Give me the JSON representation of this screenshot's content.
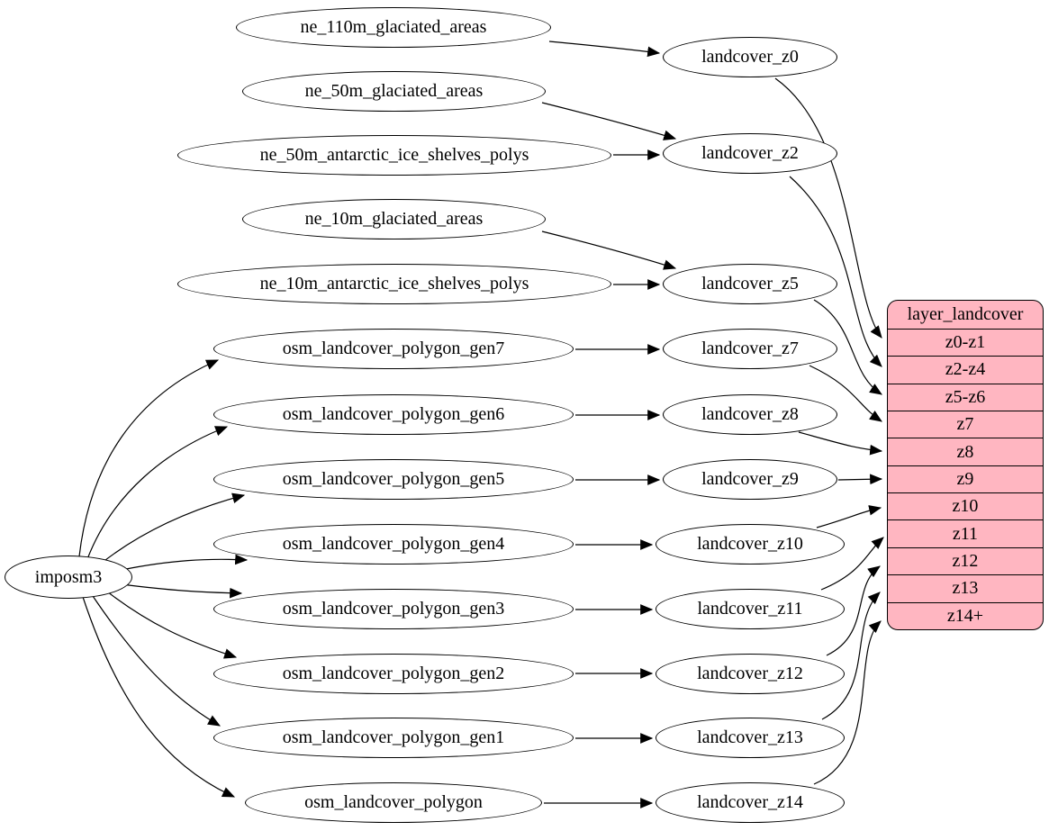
{
  "colors": {
    "layer_table_fill": "#FFB6C1",
    "node_fill": "#FFFFFF",
    "stroke": "#000000"
  },
  "importer": {
    "label": "imposm3"
  },
  "source_tables": [
    "ne_110m_glaciated_areas",
    "ne_50m_glaciated_areas",
    "ne_50m_antarctic_ice_shelves_polys",
    "ne_10m_glaciated_areas",
    "ne_10m_antarctic_ice_shelves_polys",
    "osm_landcover_polygon_gen7",
    "osm_landcover_polygon_gen6",
    "osm_landcover_polygon_gen5",
    "osm_landcover_polygon_gen4",
    "osm_landcover_polygon_gen3",
    "osm_landcover_polygon_gen2",
    "osm_landcover_polygon_gen1",
    "osm_landcover_polygon"
  ],
  "generalized_tables": [
    "landcover_z0",
    "landcover_z2",
    "landcover_z5",
    "landcover_z7",
    "landcover_z8",
    "landcover_z9",
    "landcover_z10",
    "landcover_z11",
    "landcover_z12",
    "landcover_z13",
    "landcover_z14"
  ],
  "layer_table": {
    "title": "layer_landcover",
    "zoom_rows": [
      "z0-z1",
      "z2-z4",
      "z5-z6",
      "z7",
      "z8",
      "z9",
      "z10",
      "z11",
      "z12",
      "z13",
      "z14+"
    ]
  }
}
